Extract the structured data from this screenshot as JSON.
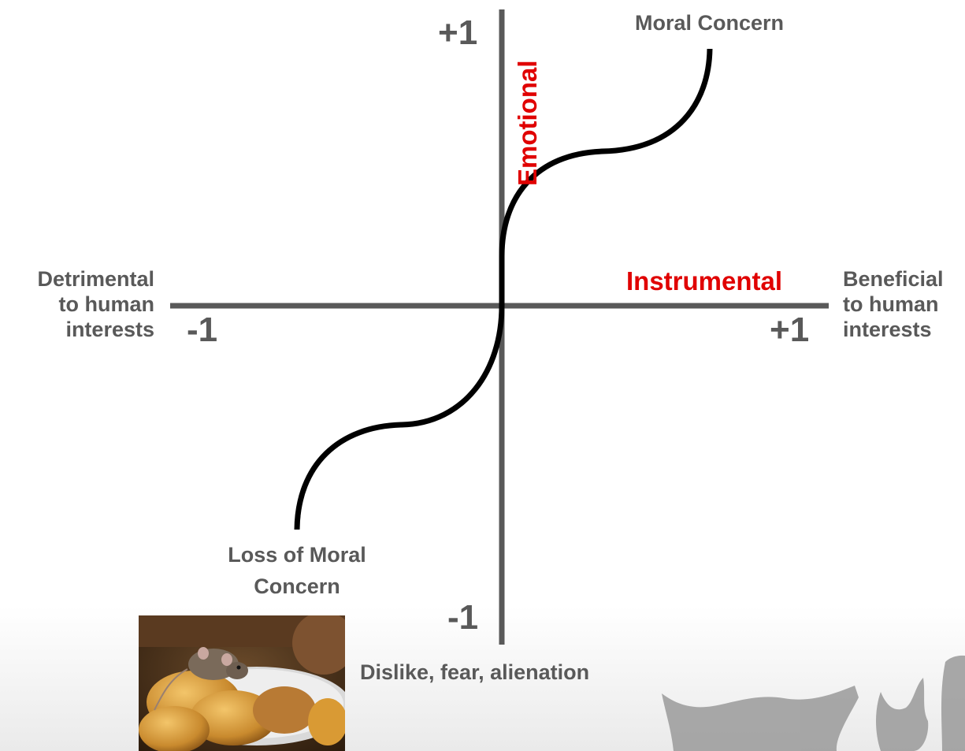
{
  "diagram": {
    "y_axis_title": "Emotional",
    "x_axis_title": "Instrumental",
    "y_top_tick": "+1",
    "y_bottom_tick": "-1",
    "x_left_tick": "-1",
    "x_right_tick": "+1",
    "left_label": [
      "Detrimental",
      "to human",
      "interests"
    ],
    "right_label": [
      "Beneficial",
      "to human",
      "interests"
    ],
    "top_curve_label": "Moral Concern",
    "bottom_curve_label": [
      "Loss of Moral",
      "Concern"
    ],
    "bottom_axis_label": "Dislike, fear, alienation"
  },
  "colors": {
    "axis": "#595959",
    "curve": "#000000",
    "axis_title": "#e00000",
    "text": "#595959"
  },
  "image": {
    "subject": "mouse eating bread on a plate"
  }
}
